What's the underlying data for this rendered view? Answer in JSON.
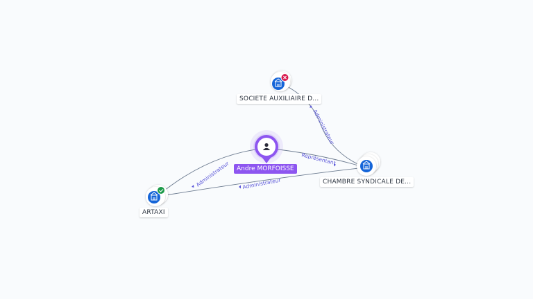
{
  "graph": {
    "person": {
      "name": "Andre MORFOISSE",
      "icon": "person-icon",
      "color": "#8d55f0"
    },
    "companies": [
      {
        "id": "societe",
        "label": "SOCIETE AUXILIAIRE D...",
        "icon": "building-icon",
        "status": "inactive",
        "status_icon": "x-badge-icon",
        "status_color": "#d81b4f"
      },
      {
        "id": "chambre",
        "label": "CHAMBRE SYNDICALE DE...",
        "icon": "building-icon",
        "status": "none"
      },
      {
        "id": "artaxi",
        "label": "ARTAXI",
        "icon": "building-icon",
        "status": "active",
        "status_icon": "check-badge-icon",
        "status_color": "#1d9a4a"
      }
    ],
    "edges": [
      {
        "from": "Andre MORFOISSE",
        "to": "ARTAXI",
        "label": "Administrateur"
      },
      {
        "from": "CHAMBRE SYNDICALE DE...",
        "to": "ARTAXI",
        "label": "Administrateur"
      },
      {
        "from": "Andre MORFOISSE",
        "to": "CHAMBRE SYNDICALE DE...",
        "label": "Représentant"
      },
      {
        "from": "CHAMBRE SYNDICALE DE...",
        "to": "SOCIETE AUXILIAIRE D...",
        "label": "Administrateur"
      }
    ]
  },
  "colors": {
    "company_icon": "#1565d8",
    "edge": "#6b7a8f",
    "edge_label": "#5b57d9",
    "background": "#f9fbfd"
  }
}
